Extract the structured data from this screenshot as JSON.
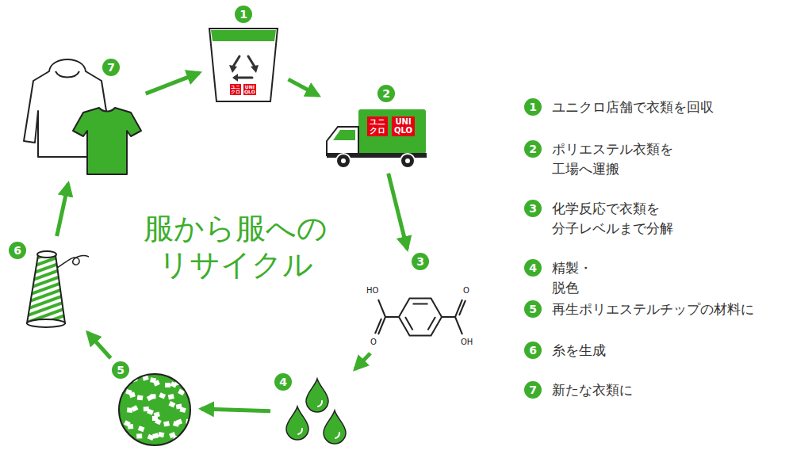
{
  "diagram": {
    "title": "服から服への リサイクル",
    "nodes": [
      {
        "text": [
          "1"
        ]
      },
      {
        "text": [
          "2"
        ]
      },
      {
        "text": [
          "3"
        ]
      },
      {
        "text": [
          "4"
        ]
      },
      {
        "text": [
          "5"
        ]
      },
      {
        "text": [
          "6"
        ]
      },
      {
        "text": [
          "7"
        ]
      }
    ],
    "edges": [
      {
        "from": 0,
        "to": 1,
        "arrow": "to"
      },
      {
        "from": 1,
        "to": 2,
        "arrow": "to"
      },
      {
        "from": 2,
        "to": 3,
        "arrow": "to"
      },
      {
        "from": 3,
        "to": 4,
        "arrow": "to"
      },
      {
        "from": 4,
        "to": 5,
        "arrow": "to"
      },
      {
        "from": 5,
        "to": 6,
        "arrow": "to"
      },
      {
        "from": 6,
        "to": 0,
        "arrow": "to"
      }
    ],
    "labels": [
      "ユニ クロ",
      "UNI QLO",
      "ユニ クロ",
      "UNI QLO",
      "HO",
      "O",
      "O",
      "OH",
      "1",
      "ユニクロ店舗で衣類を回収",
      "2",
      "ポリエステル衣類を 工場へ運搬",
      "3",
      "化学反応で衣類を 分子レベルまで分解",
      "4",
      "精製・脱色",
      "5",
      "再生ポリエステルチップの材料に",
      "6",
      "糸を生成",
      "7",
      "新たな衣類に"
    ]
  }
}
